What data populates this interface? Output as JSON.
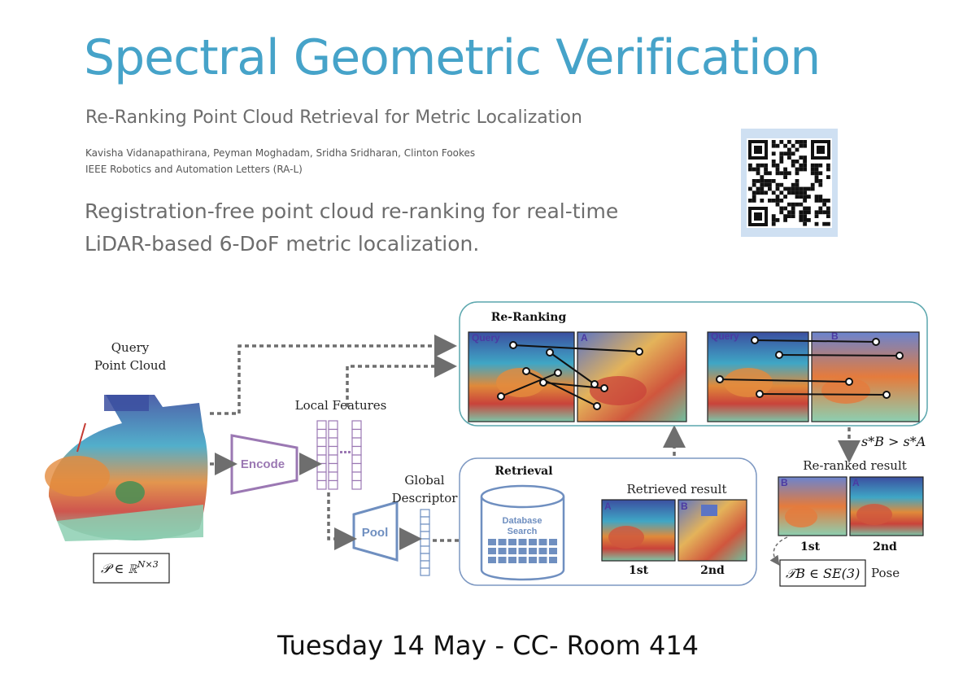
{
  "header": {
    "title": "Spectral Geometric Verification",
    "subtitle": "Re-Ranking Point Cloud Retrieval for Metric Localization",
    "authors": "Kavisha Vidanapathirana, Peyman Moghadam, Sridha Sridharan, Clinton Fookes",
    "venue": "IEEE Robotics and Automation Letters (RA-L)",
    "tagline_line1": "Registration-free point cloud re-ranking for real-time",
    "tagline_line2": "LiDAR-based 6-DoF metric localization."
  },
  "diagram": {
    "query_label_1": "Query",
    "query_label_2": "Point Cloud",
    "point_set_formula": "𝒫 ∈ ℝ",
    "point_set_superscript": "N×3",
    "encode_label": "Encode",
    "local_features_label": "Local Features",
    "pool_label": "Pool",
    "global_label_1": "Global",
    "global_label_2": "Descriptor",
    "retrieval_title": "Retrieval",
    "database_label_1": "Database",
    "database_label_2": "Search",
    "retrieved_result_label": "Retrieved result",
    "retrieved_first_tag": "A",
    "retrieved_second_tag": "B",
    "retrieved_rank_1": "1st",
    "retrieved_rank_2": "2nd",
    "reranking_title": "Re-Ranking",
    "query_tag_1": "Query",
    "candidate_tag_1": "A",
    "query_tag_2": "Query",
    "candidate_tag_2": "B",
    "score_comparison": "s*B > s*A",
    "reranked_result_label": "Re-ranked result",
    "reranked_first_tag": "B",
    "reranked_second_tag": "A",
    "reranked_rank_1": "1st",
    "reranked_rank_2": "2nd",
    "pose_formula": "𝒯B ∈ SE(3)",
    "pose_label": "Pose"
  },
  "footer": {
    "event": "Tuesday 14 May - CC- Room 414"
  },
  "colors": {
    "title": "#46a3c9",
    "encode_purple": "#9b78b3",
    "pool_blue": "#6f8fc0",
    "panel_teal": "#5aa6ad",
    "panel_blue": "#7d98c2",
    "arrow_gray": "#6e6e6e"
  },
  "icons": [
    "qr-code-icon",
    "point-cloud-image",
    "database-icon"
  ]
}
